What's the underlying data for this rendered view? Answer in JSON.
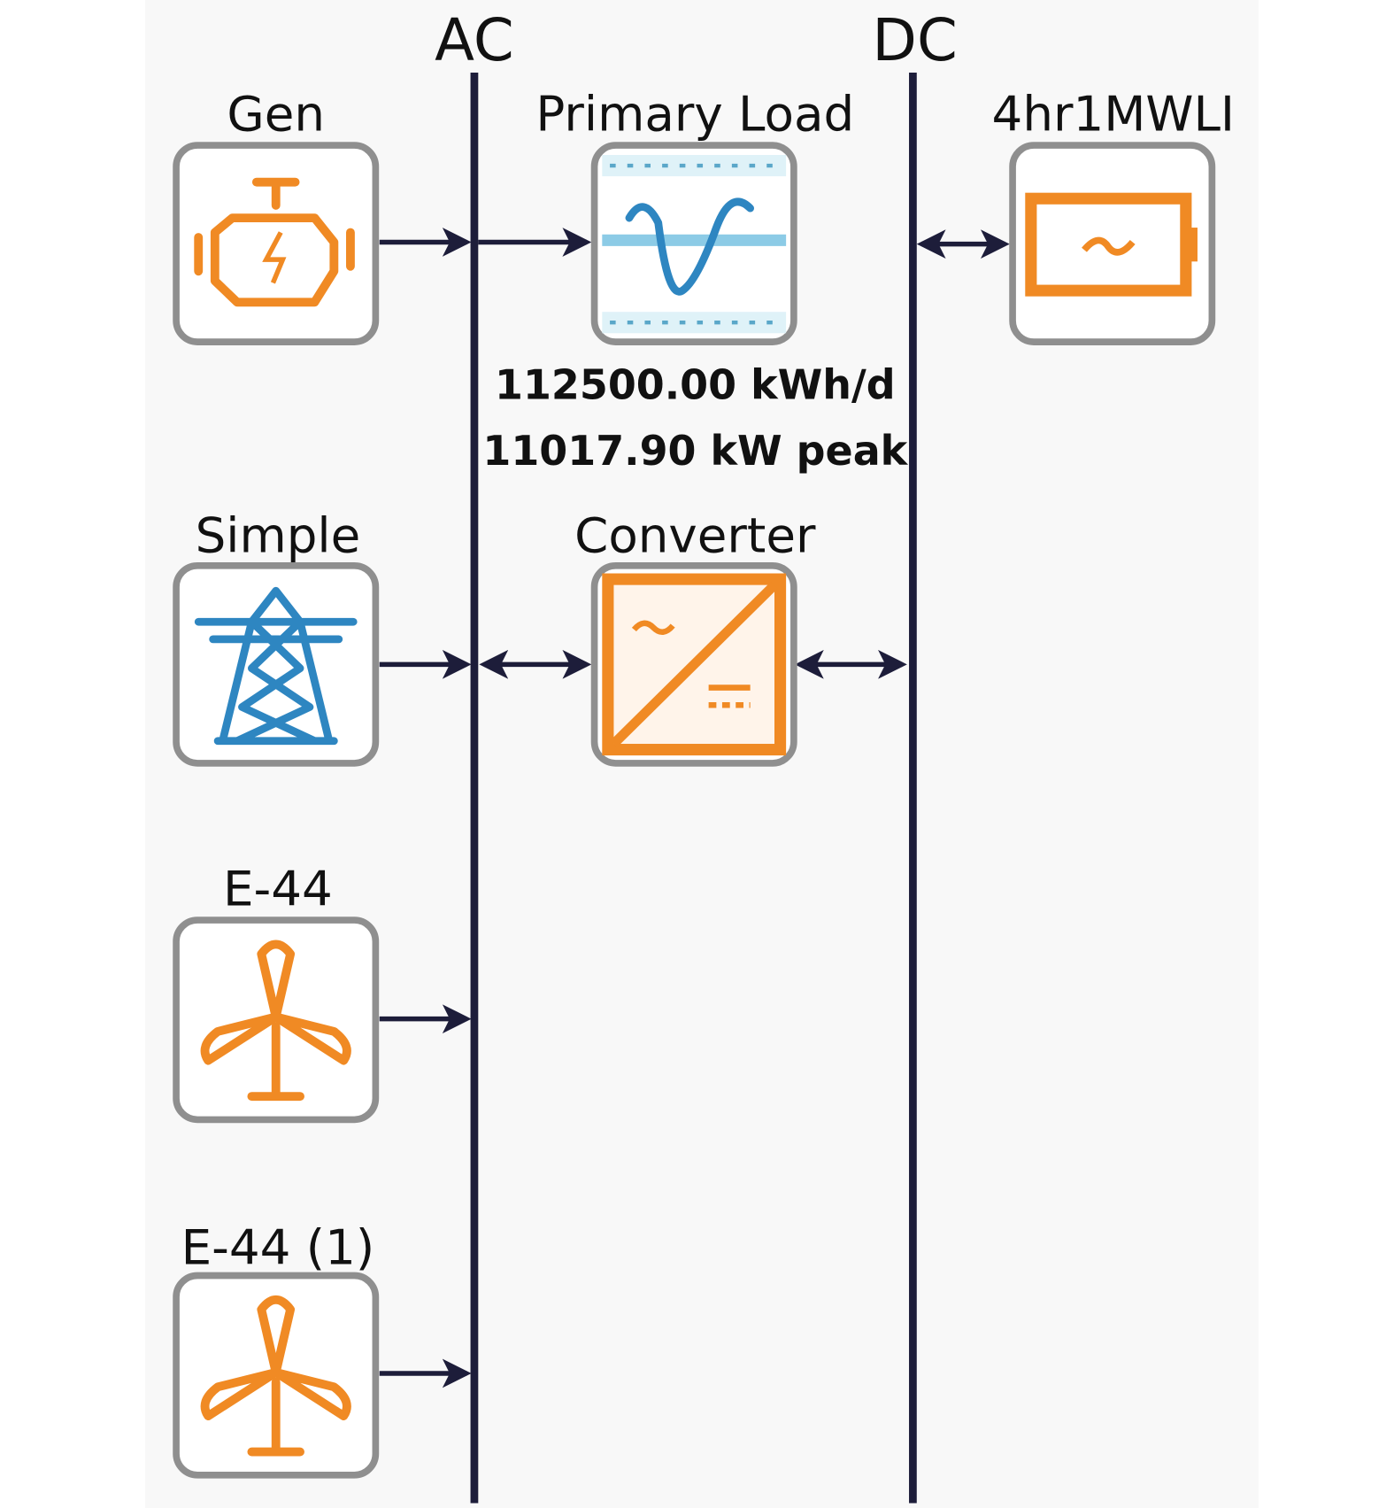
{
  "buses": {
    "ac": "AC",
    "dc": "DC"
  },
  "components": {
    "generator": {
      "label": "Gen",
      "icon": "generator-engine-icon"
    },
    "primary_load": {
      "label": "Primary Load",
      "icon": "load-profile-icon",
      "daily_energy": "112500.00 kWh/d",
      "peak": "11017.90 kW peak"
    },
    "battery": {
      "label": "4hr1MWLI",
      "icon": "battery-icon"
    },
    "grid": {
      "label": "Simple",
      "icon": "transmission-tower-icon"
    },
    "converter": {
      "label": "Converter",
      "icon": "converter-icon"
    },
    "wind1": {
      "label": "E-44",
      "icon": "wind-turbine-icon"
    },
    "wind2": {
      "label": "E-44 (1)",
      "icon": "wind-turbine-icon"
    }
  },
  "colors": {
    "accent_orange": "#f08a24",
    "accent_blue": "#2e86c1",
    "bus_line": "#1d1d3a",
    "panel_bg": "#f8f8f8"
  }
}
